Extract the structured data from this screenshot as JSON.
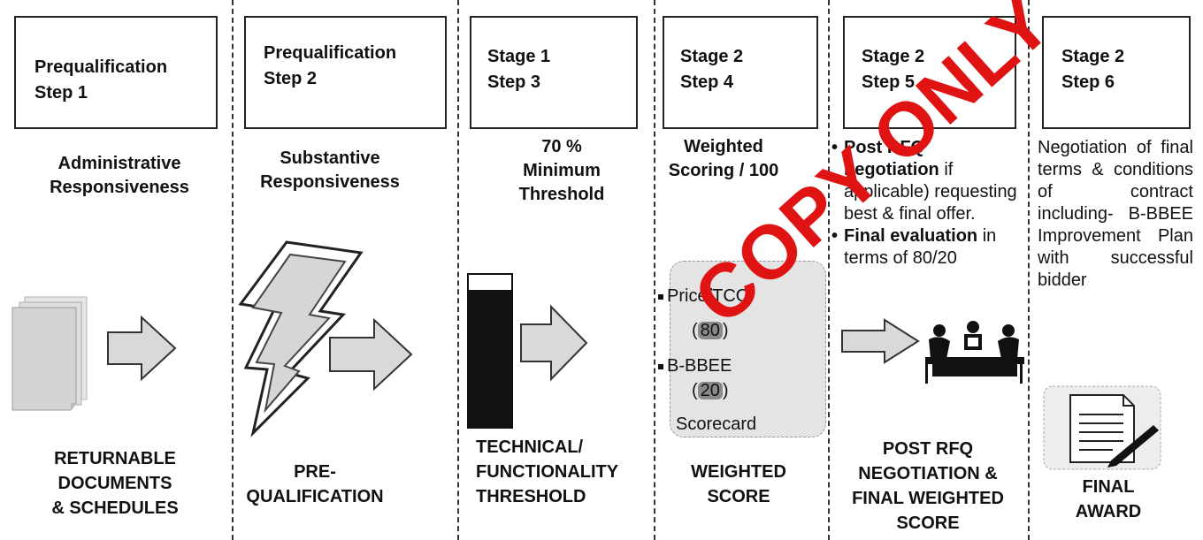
{
  "steps": [
    {
      "box_line1": "Prequalification",
      "box_line2": "Step 1",
      "criteria_line1": "Administrative",
      "criteria_line2": "Responsiveness",
      "footer_line1": "RETURNABLE",
      "footer_line2": "DOCUMENTS",
      "footer_line3": "& SCHEDULES"
    },
    {
      "box_line1": "Prequalification",
      "box_line2": "Step 2",
      "criteria_line1": "Substantive",
      "criteria_line2": "Responsiveness",
      "footer_line1": "PRE-",
      "footer_line2": "QUALIFICATION"
    },
    {
      "box_line1": "Stage 1",
      "box_line2": "Step 3",
      "criteria_line1": "70 %",
      "criteria_line2": "Minimum",
      "criteria_line3": "Threshold",
      "footer_line1": "TECHNICAL/",
      "footer_line2": "FUNCTIONALITY",
      "footer_line3": "THRESHOLD"
    },
    {
      "box_line1": "Stage 2",
      "box_line2": "Step 4",
      "criteria_line1": "Weighted",
      "criteria_line2": "Scoring / 100",
      "scorecard": {
        "item1": "Price/TCO",
        "item1_value": "80",
        "item2": "B-BBEE",
        "item2_value": "20",
        "label": "Scorecard"
      },
      "footer_line1": "WEIGHTED",
      "footer_line2": "SCORE"
    },
    {
      "box_line1": "Stage 2",
      "box_line2": "Step 5",
      "bullet1_bold": "Post RFQ negotiation",
      "bullet1_text": " if applicable) requesting best & final offer.",
      "bullet2_bold": "Final evaluation",
      "bullet2_text": " in terms of 80/20",
      "footer_line1": "POST RFQ",
      "footer_line2": "NEGOTIATION &",
      "footer_line3": "FINAL WEIGHTED",
      "footer_line4": "SCORE"
    },
    {
      "box_line1": "Stage 2",
      "box_line2": "Step 6",
      "description": "Negotiation of final terms & conditions of contract including- B-BBEE Improvement Plan with successful bidder",
      "footer_line1": "FINAL",
      "footer_line2": "AWARD"
    }
  ],
  "watermark": "COPY ONLY\"",
  "colors": {
    "watermark": "#e01313",
    "border": "#222222",
    "dark_fill": "#111111",
    "arrow_fill": "#d9d9d9",
    "pill": "#8a8a8a"
  },
  "icons": [
    "document-stack-icon",
    "lightning-bolt-icon",
    "threshold-bar-icon",
    "meeting-table-icon",
    "signed-contract-icon",
    "arrow-right-icon"
  ],
  "threshold_level": 0.9
}
